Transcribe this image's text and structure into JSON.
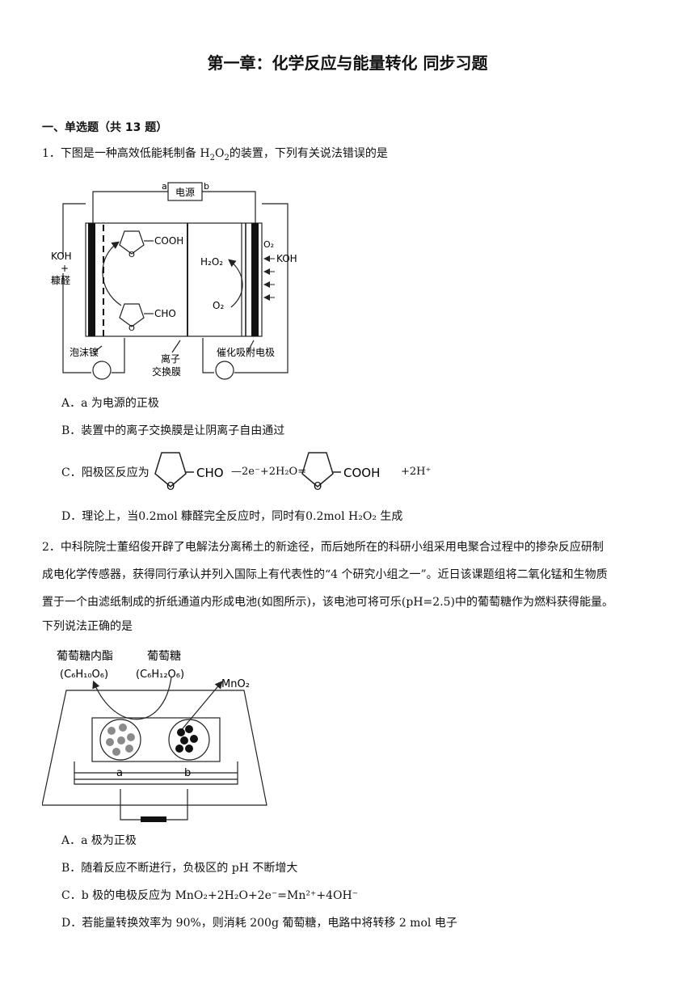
{
  "title": "第一章：化学反应与能量转化  同步习题",
  "section": "一、单选题（共 13 题）",
  "q1": {
    "num": "1．",
    "stem_a": "下图是一种高效低能耗制备",
    "stem_b": "的装置，下列有关说法错误的是",
    "figure": {
      "power": "电源",
      "a": "a",
      "b": "b",
      "left_feed_1": "KOH",
      "left_feed_2": "+",
      "left_feed_3": "糠醛",
      "cooh": "COOH",
      "cho": "CHO",
      "o": "O",
      "h2o2": "H₂O₂",
      "o2_in": "O₂",
      "o2_top": "O₂",
      "koh_right": "KOH",
      "foam": "泡沫镍",
      "membrane_1": "离子",
      "membrane_2": "交换膜",
      "electrode": "催化吸附电极"
    },
    "options": {
      "A": "A．a 为电源的正极",
      "B": "B．装置中的离子交换膜是让阴离子自由通过",
      "C_pre": "C．阳极区反应为",
      "C_cho": "CHO",
      "C_mid": "—2e⁻+2H₂O=",
      "C_cooh": "COOH",
      "C_post": "+2H⁺",
      "C_o": "O",
      "D": "D．理论上，当0.2mol 糠醛完全反应时，同时有0.2mol H₂O₂ 生成"
    }
  },
  "q2": {
    "line1": "2．中科院院士董绍俊开辟了电解法分离稀土的新途径，而后她所在的科研小组采用电聚合过程中的掺杂反应研制",
    "line2": "成电化学传感器，获得同行承认并列入国际上有代表性的“4 个研究小组之一”。近日该课题组将二氧化锰和生物质",
    "line3": "置于一个由滤纸制成的折纸通道内形成电池(如图所示)，该电池可将可乐(pH=2.5)中的葡萄糖作为燃料获得能量。",
    "line4": "下列说法正确的是",
    "figure": {
      "lactone": "葡萄糖内酯",
      "lactone_formula": "(C₆H₁₀O₆)",
      "glucose": "葡萄糖",
      "glucose_formula": "(C₆H₁₂O₆)",
      "mno2": "MnO₂",
      "a": "a",
      "b": "b"
    },
    "options": {
      "A": "A．a 极为正极",
      "B": "B．随着反应不断进行，负极区的 pH 不断增大",
      "C": "C．b 极的电极反应为 MnO₂+2H₂O+2e⁻=Mn²⁺+4OH⁻",
      "D": "D．若能量转换效率为 90%，则消耗 200g 葡萄糖，电路中将转移 2 mol 电子"
    }
  }
}
